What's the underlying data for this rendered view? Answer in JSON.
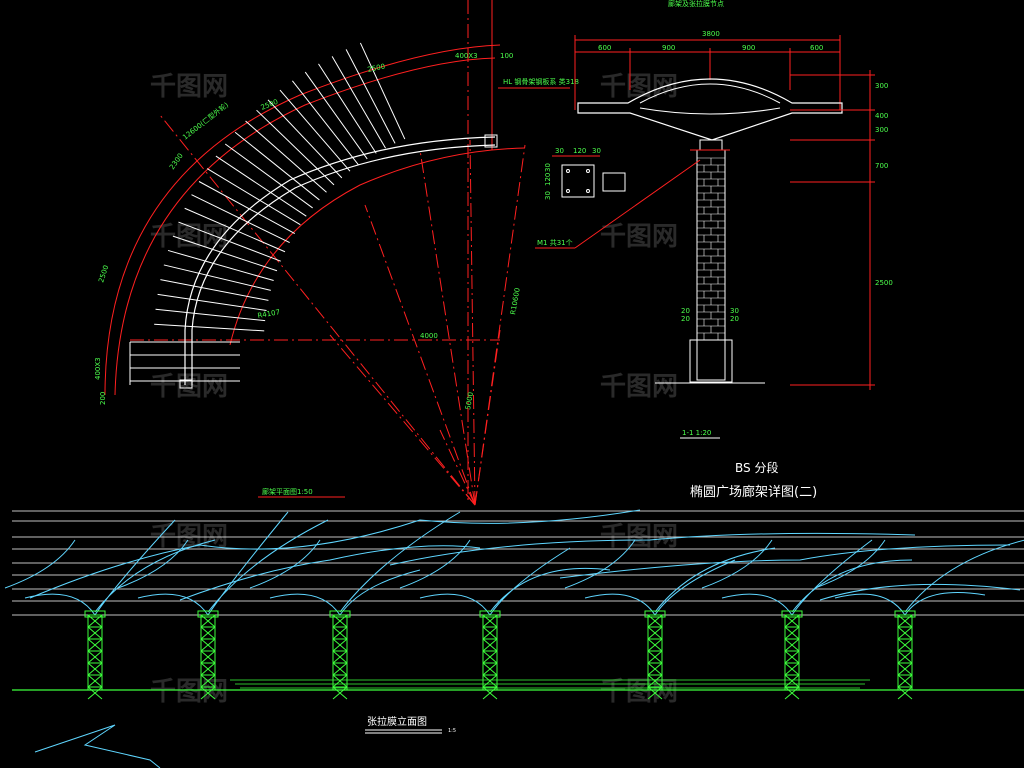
{
  "plan": {
    "dim_top_1": "2500",
    "dim_top_2": "2500",
    "dim_arc_total": "12600(ㄈ型外轮)",
    "dim_left_1": "2500",
    "dim_left_2": "2300",
    "dim_box_top": "400X3",
    "dim_100": "100",
    "dim_400x3_left": "400X3",
    "dim_200": "200",
    "radius_inner": "R4107",
    "dim_4000": "4000",
    "dim_5000": "5000",
    "radius_outer": "R10600",
    "note_hl": "HL 钢骨架钢板系 类318",
    "title": "廊架平面图1:50"
  },
  "section": {
    "top_note": "廊架及张拉膜节点",
    "dim_total": "3800",
    "dims_top": [
      "600",
      "900",
      "900",
      "600"
    ],
    "plate_dims": [
      "30",
      "120",
      "30"
    ],
    "plate_side": [
      "30",
      "120",
      "30"
    ],
    "m1_note": "M1 共31个",
    "dims_column_left": [
      "20",
      "20"
    ],
    "dims_column_right": [
      "30",
      "20"
    ],
    "right_dims": [
      "300",
      "400",
      "300",
      "700",
      "2500"
    ],
    "title": "1-1 1:20"
  },
  "header": {
    "subtitle": "BS 分段",
    "title": "椭圆广场廊架详图(二)"
  },
  "elevation": {
    "title": "张拉膜立面图",
    "scale": "1:5"
  },
  "watermark": "千图网",
  "colors": {
    "red": "#ff2020",
    "green": "#3cff3c",
    "white": "#ffffff",
    "cyan": "#5fd6ff",
    "background": "#000000"
  }
}
